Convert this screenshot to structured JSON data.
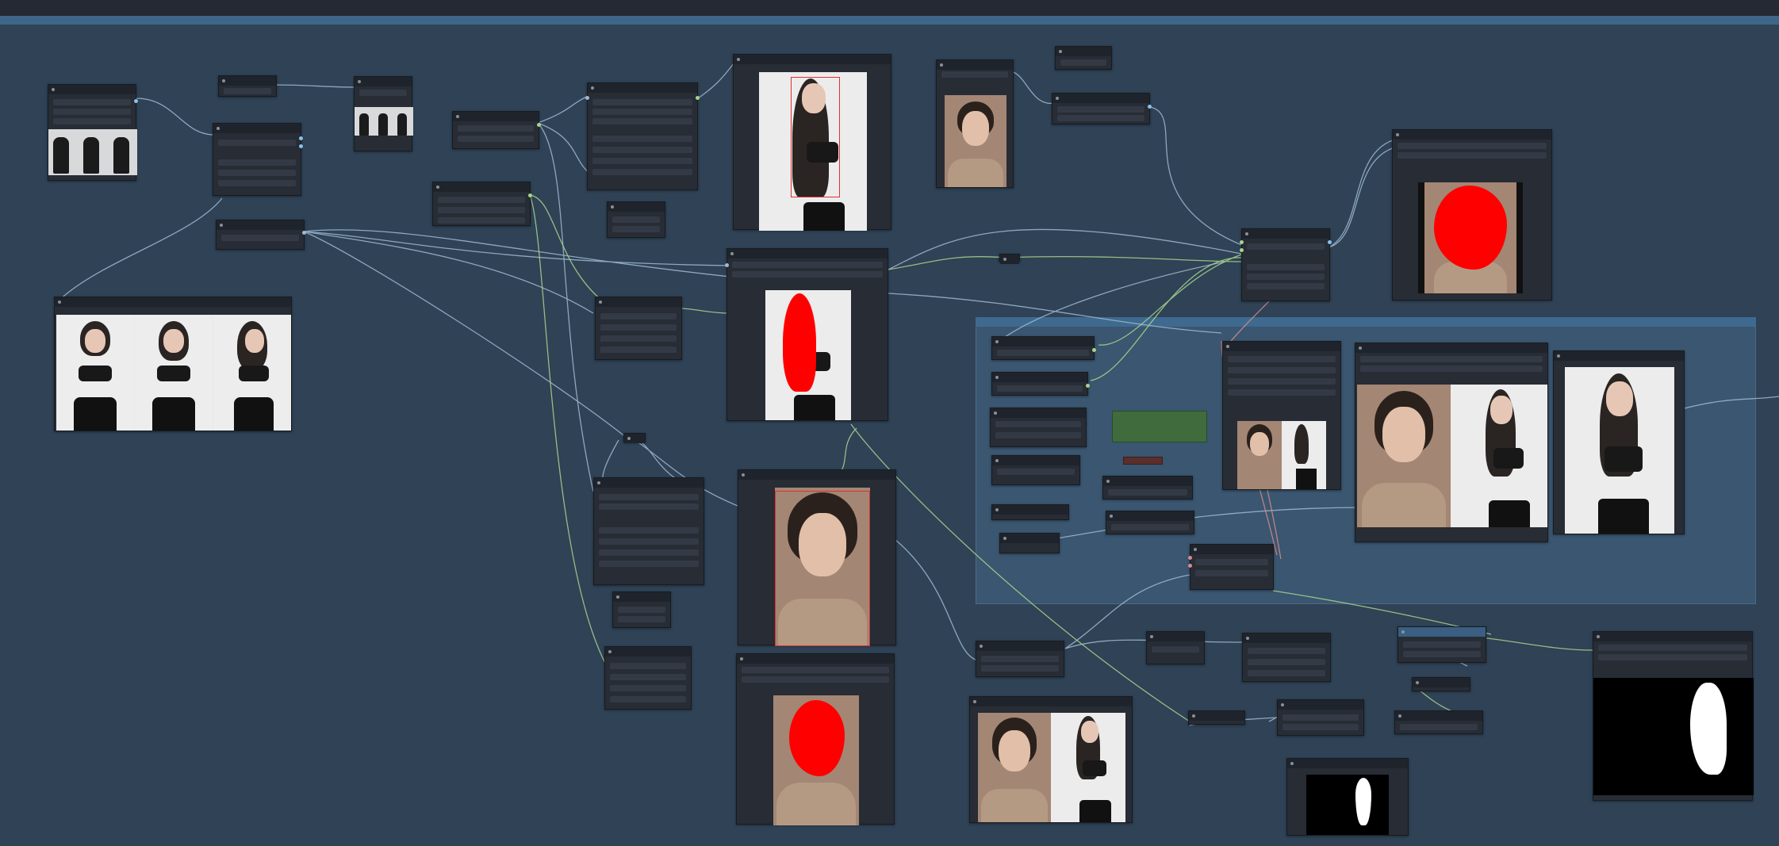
{
  "canvas": {
    "title": "",
    "background": "#2f4256",
    "group_color": "#3a5670",
    "node_color": "#272c35",
    "wire_colors": [
      "#9fb9d0",
      "#a8d48c",
      "#d48c8c",
      "#8cc0e8"
    ]
  },
  "group": {
    "title": ""
  },
  "nodes": [
    {
      "id": "load-images",
      "kind": "image-batch"
    },
    {
      "id": "image-preview-large",
      "kind": "image-batch"
    },
    {
      "id": "body-mask-preview",
      "kind": "mask"
    },
    {
      "id": "face-mask-preview",
      "kind": "mask"
    },
    {
      "id": "output-mask",
      "kind": "mask"
    },
    {
      "id": "small-mask-preview",
      "kind": "mask"
    }
  ],
  "icons": {
    "socket": "socket-dot-icon",
    "collapse": "collapse-dot-icon"
  }
}
